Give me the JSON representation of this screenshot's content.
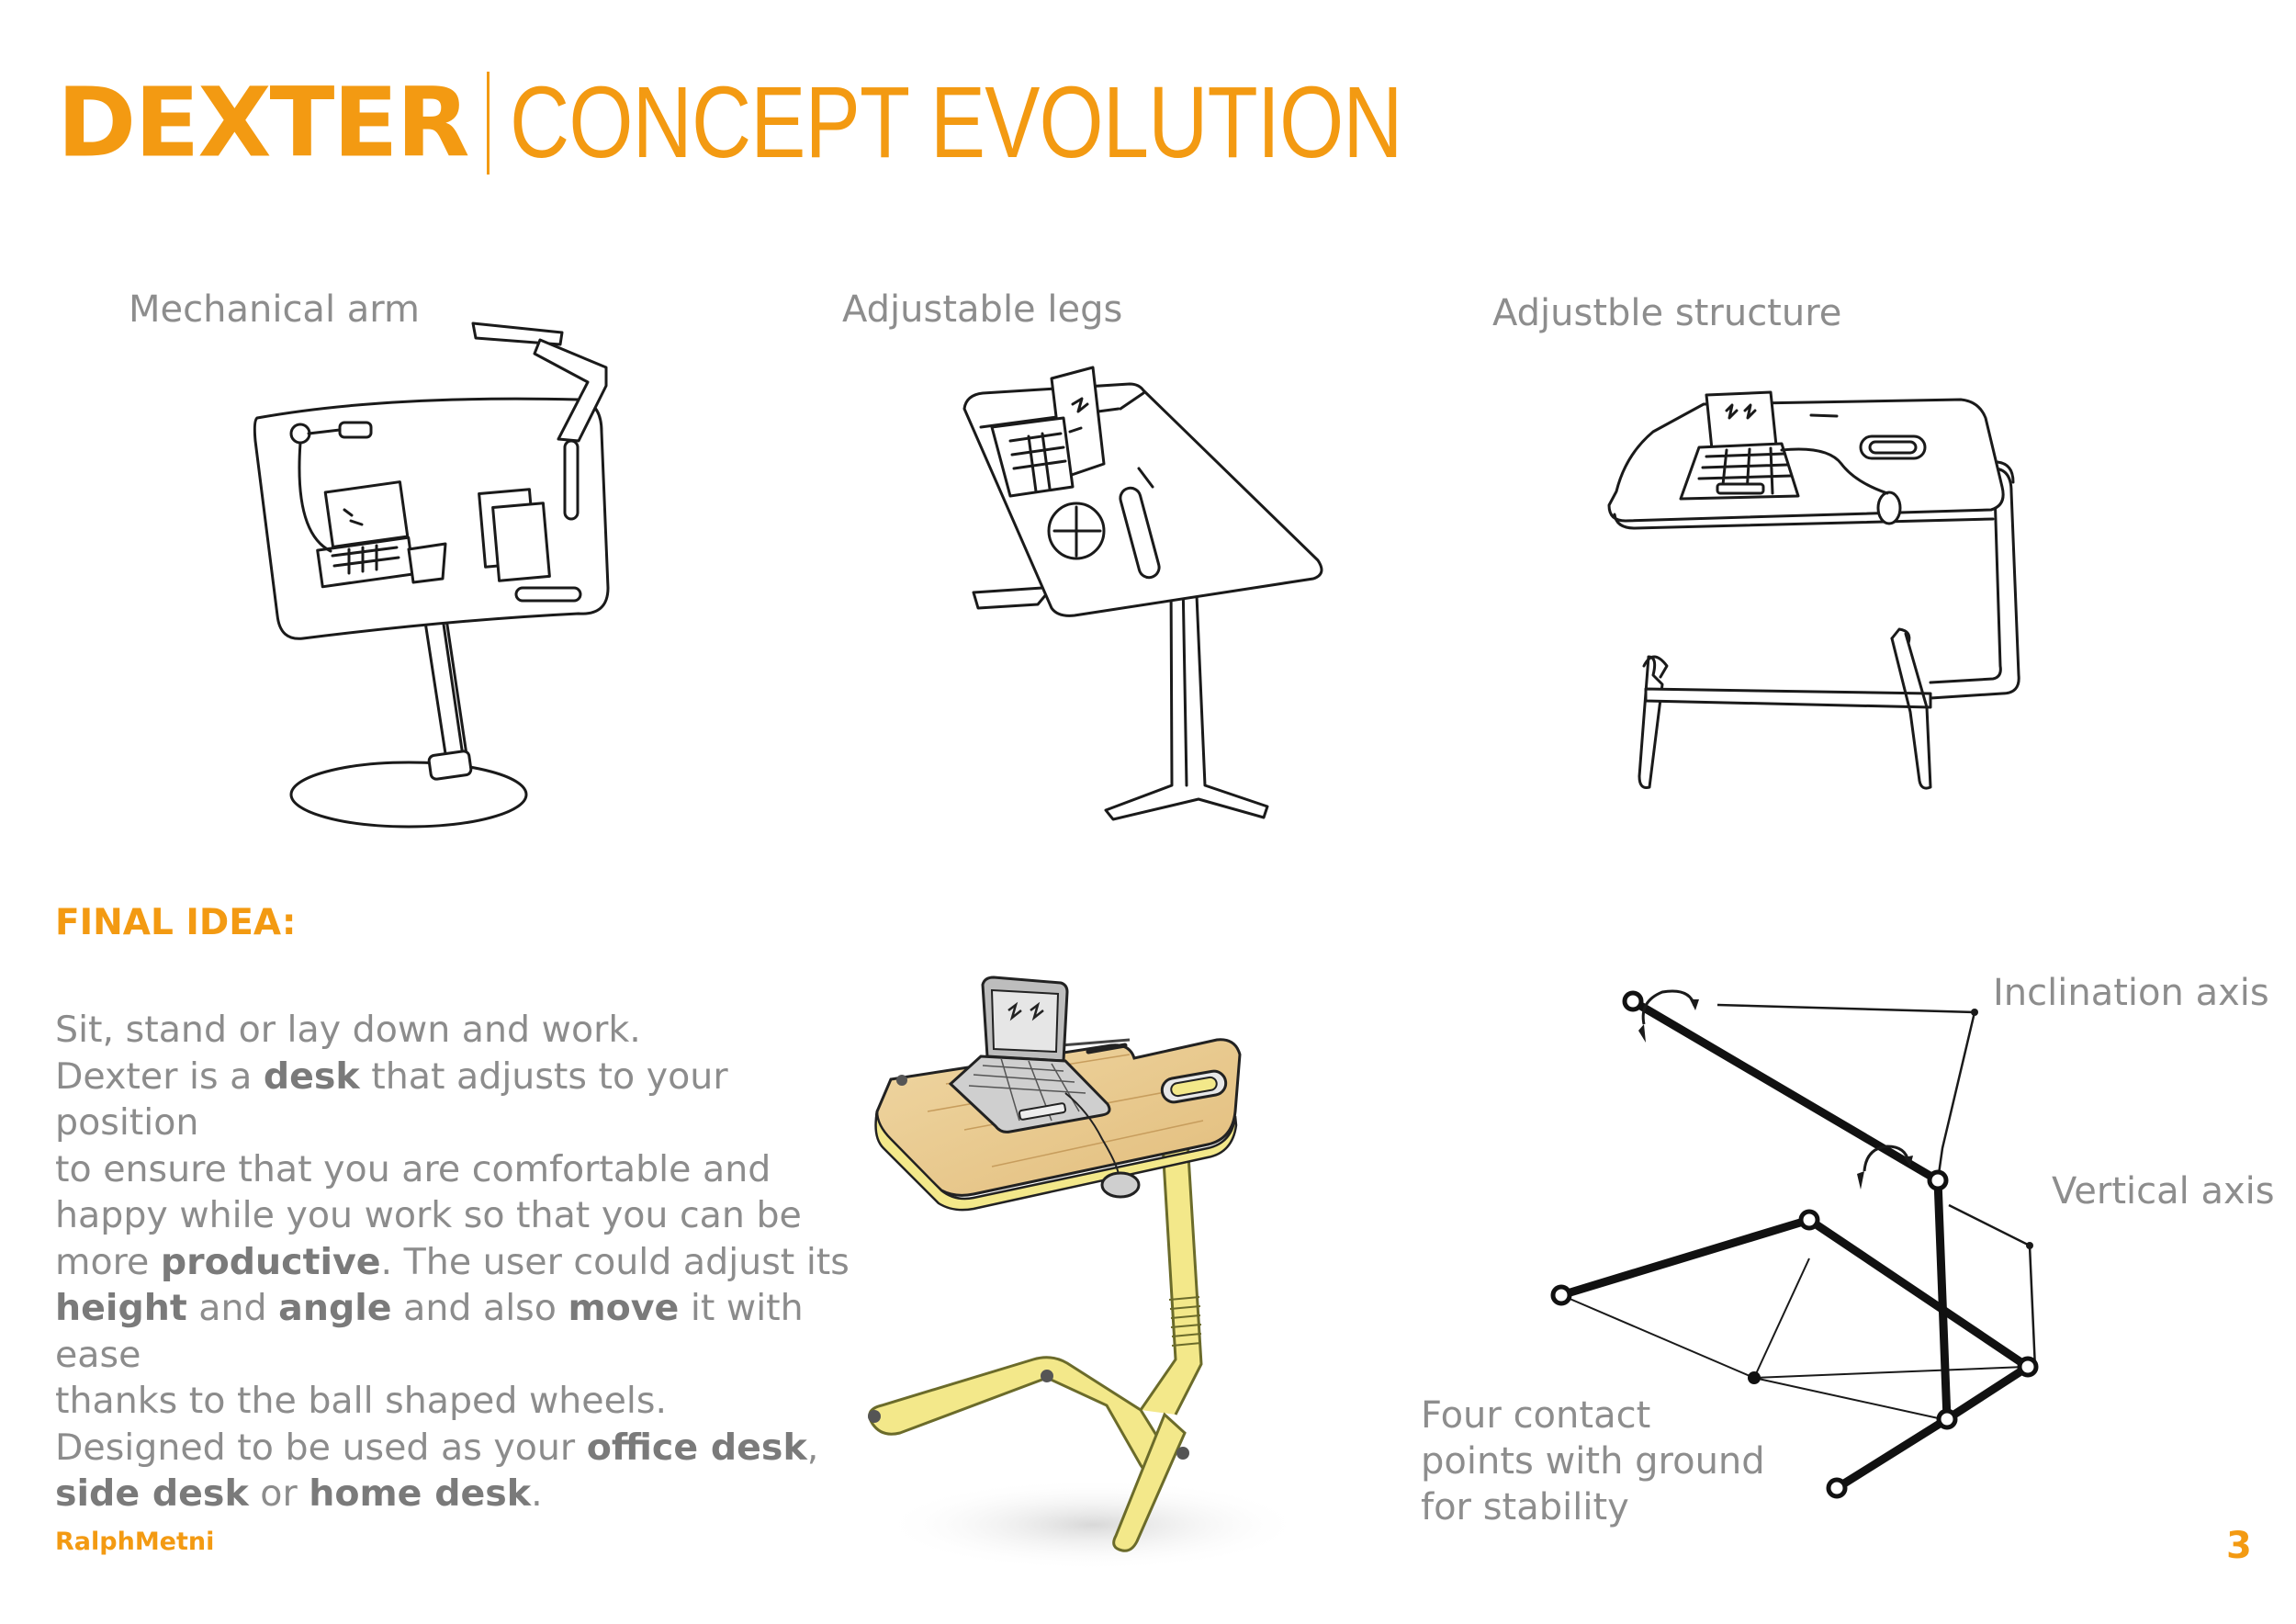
{
  "header": {
    "brand": "DEXTER",
    "subtitle": "CONCEPT EVOLUTION"
  },
  "concepts": [
    {
      "caption": "Mechanical arm"
    },
    {
      "caption": "Adjustable legs"
    },
    {
      "caption": "Adjustble structure"
    }
  ],
  "final": {
    "label": "FINAL IDEA:",
    "lines": [
      [
        {
          "t": "Sit, stand or lay down and work."
        }
      ],
      [
        {
          "t": "Dexter is a "
        },
        {
          "t": "desk",
          "b": true
        },
        {
          "t": " that adjusts to your position"
        }
      ],
      [
        {
          "t": "to ensure that you are comfortable and"
        }
      ],
      [
        {
          "t": "happy while you work so that you can be"
        }
      ],
      [
        {
          "t": "more "
        },
        {
          "t": "productive",
          "b": true
        },
        {
          "t": ". The user could adjust its"
        }
      ],
      [
        {
          "t": "height",
          "b": true
        },
        {
          "t": " and "
        },
        {
          "t": "angle",
          "b": true
        },
        {
          "t": " and also "
        },
        {
          "t": "move",
          "b": true
        },
        {
          "t": " it with ease"
        }
      ],
      [
        {
          "t": "thanks to the ball shaped wheels."
        }
      ],
      [
        {
          "t": "Designed to be used as your "
        },
        {
          "t": "office desk",
          "b": true
        },
        {
          "t": ","
        }
      ],
      [
        {
          "t": "side desk",
          "b": true
        },
        {
          "t": " or "
        },
        {
          "t": "home desk",
          "b": true
        },
        {
          "t": "."
        }
      ]
    ]
  },
  "annotations": {
    "inclination": "Inclination axis",
    "vertical": "Vertical axis",
    "contact": [
      "Four contact",
      "points with ground",
      "for stability"
    ]
  },
  "footer": {
    "author": "RalphMetni",
    "page": "3"
  },
  "colors": {
    "accent": "#f39a12",
    "text": "#8c8c8c",
    "desk_wood": "#e9c98f",
    "frame_yellow": "#f3e88a"
  }
}
